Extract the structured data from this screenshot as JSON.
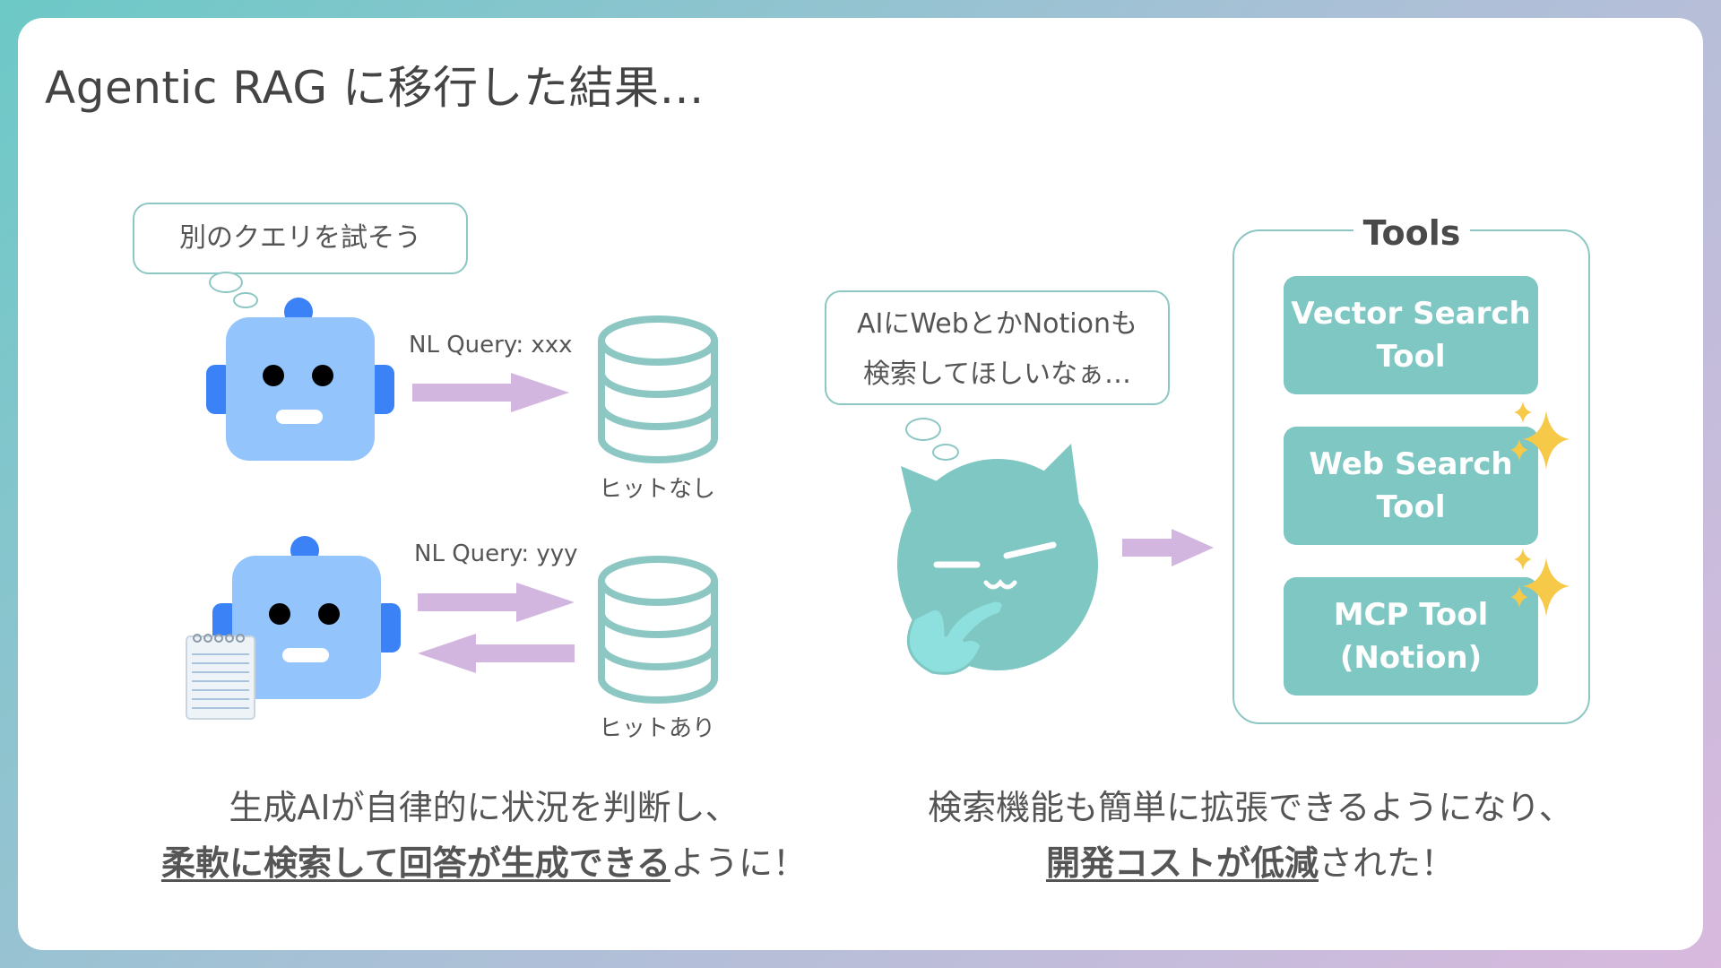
{
  "slide": {
    "title": "Agentic RAG に移行した結果…"
  },
  "left": {
    "thought": "別のクエリを試そう",
    "query1": "NL Query: xxx",
    "query2": "NL Query: yyy",
    "db_result1": "ヒットなし",
    "db_result2": "ヒットあり"
  },
  "right": {
    "thought_line1": "AIにWebとかNotionも",
    "thought_line2": "検索してほしいなぁ…",
    "tools_title": "Tools",
    "tool1_line1": "Vector Search",
    "tool1_line2": "Tool",
    "tool2_line1": "Web Search",
    "tool2_line2": "Tool",
    "tool3_line1": "MCP Tool",
    "tool3_line2": "(Notion)"
  },
  "captions": {
    "left_line1": "生成AIが自律的に状況を判断し、",
    "left_line2_strong": "柔軟に検索して回答が生成できる",
    "left_line2_rest": "ように！",
    "right_line1": "検索機能も簡単に拡張できるようになり、",
    "right_line2_strong": "開発コストが低減",
    "right_line2_rest": "された！"
  },
  "colors": {
    "accent_teal": "#7fc7c3",
    "arrow_purple": "#d3b6df",
    "robot_blue": "#93c5fc",
    "robot_dark_blue": "#3b82f6",
    "sparkle_yellow": "#f7c948"
  }
}
